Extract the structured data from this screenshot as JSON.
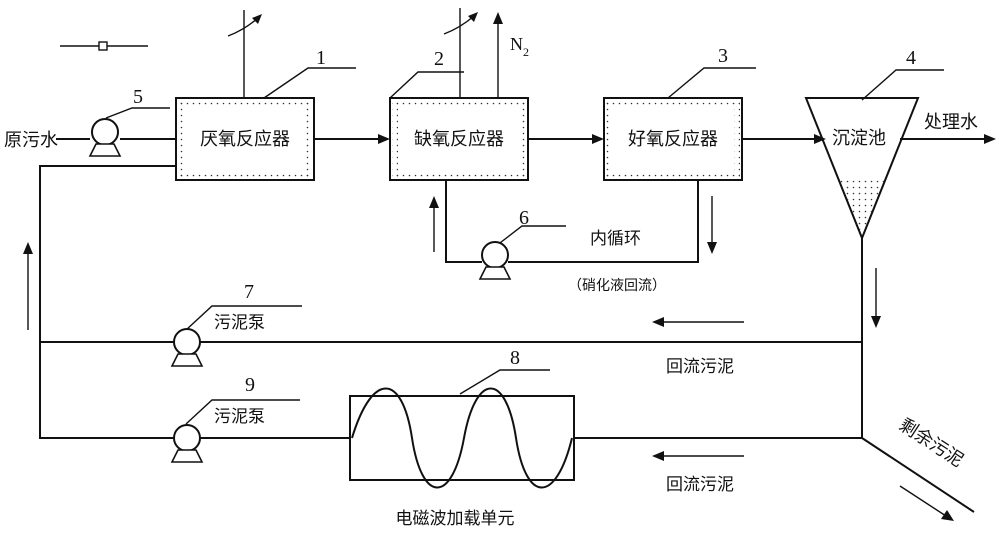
{
  "legend_symbol": "valve-symbol",
  "inputs": {
    "raw_sewage": "原污水"
  },
  "outputs": {
    "treated_water": "处理水",
    "excess_sludge": "剩余污泥"
  },
  "units": {
    "anaerobic": {
      "number": "1",
      "label": "厌氧反应器"
    },
    "anoxic": {
      "number": "2",
      "label": "缺氧反应器"
    },
    "aerobic": {
      "number": "3",
      "label": "好氧反应器"
    },
    "settler": {
      "number": "4",
      "label": "沉淀池"
    },
    "em_unit": {
      "number": "8",
      "label": "电磁波加载单元"
    }
  },
  "pumps": {
    "feed": {
      "number": "5"
    },
    "internal": {
      "number": "6"
    },
    "sludge_a": {
      "number": "7",
      "label": "污泥泵"
    },
    "sludge_b": {
      "number": "9",
      "label": "污泥泵"
    }
  },
  "gas": {
    "n2": "N",
    "n2_sub": "2"
  },
  "flows": {
    "internal_recycle": "内循环",
    "nitrified_return": "（硝化液回流）",
    "return_sludge_1": "回流污泥",
    "return_sludge_2": "回流污泥"
  }
}
